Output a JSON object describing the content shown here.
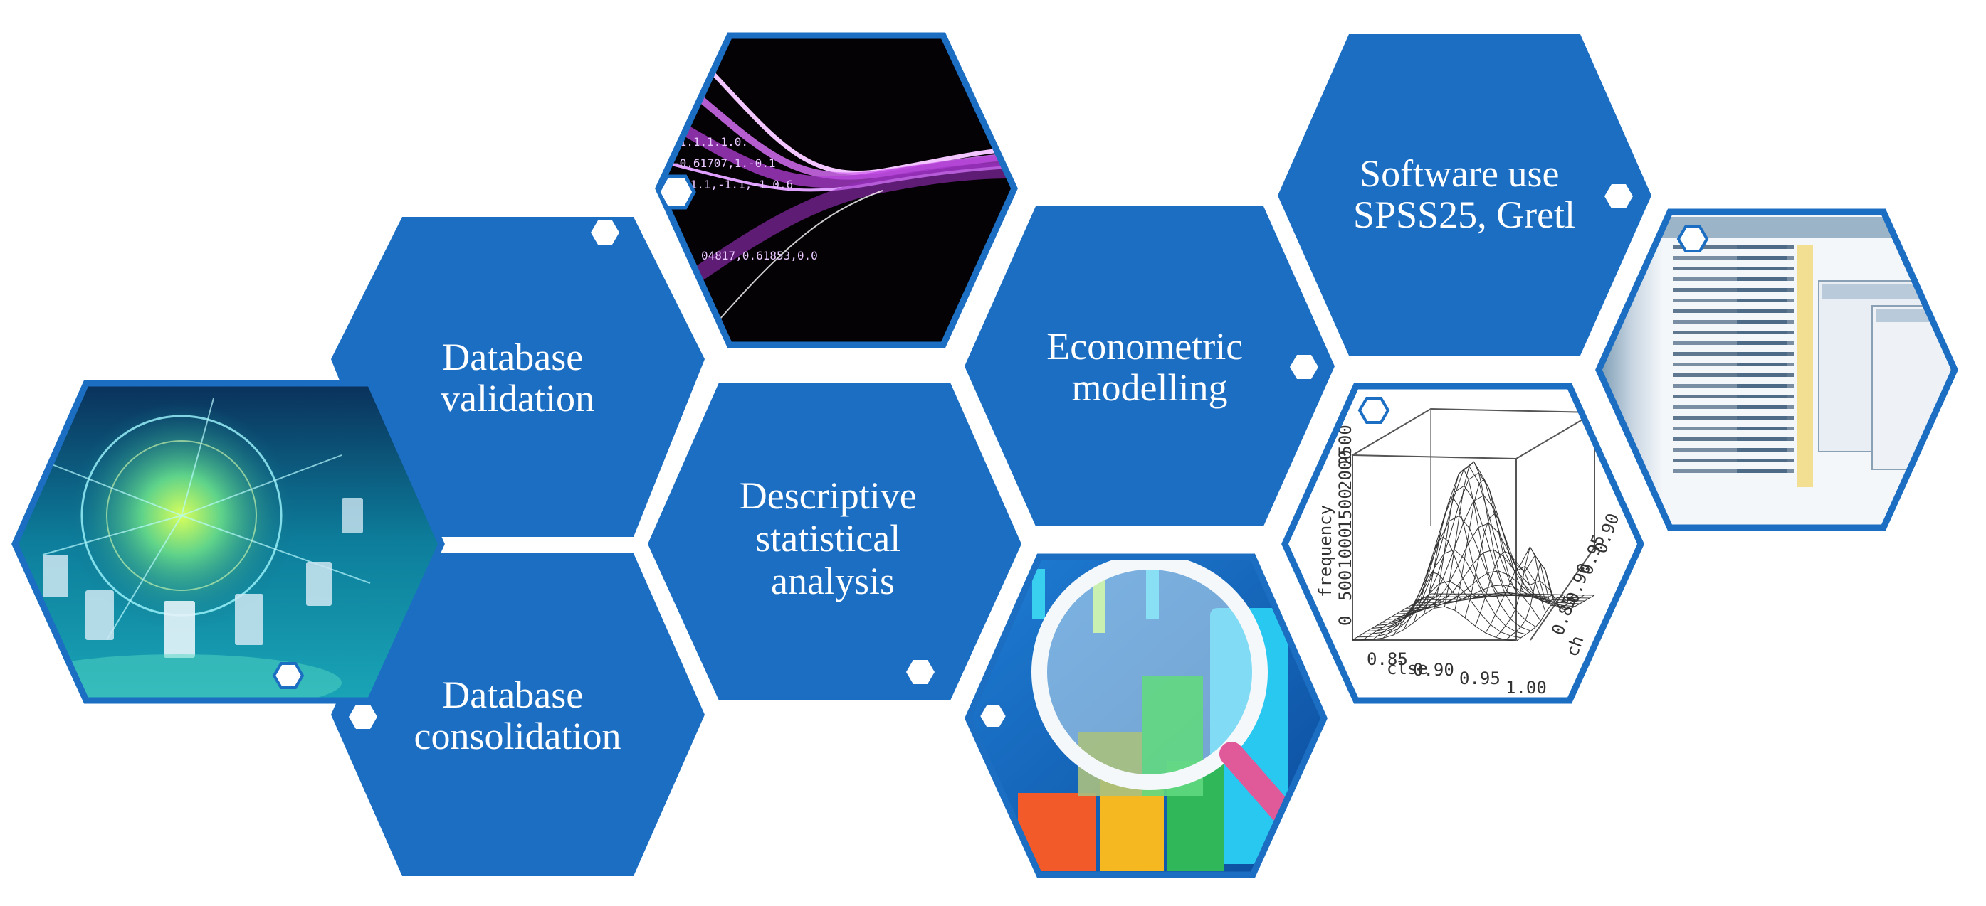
{
  "colors": {
    "hex_fill": "#1B6EC2",
    "hex_border": "#1B6EC2",
    "badge_fill": "#ffffff",
    "background": "#ffffff"
  },
  "nodes": [
    {
      "id": "database-validation",
      "lines": [
        "Database",
        "validation"
      ]
    },
    {
      "id": "database-consolidation",
      "lines": [
        "Database",
        "consolidation"
      ]
    },
    {
      "id": "descriptive-statistical-analysis",
      "lines": [
        "Descriptive",
        "statistical",
        "analysis"
      ]
    },
    {
      "id": "econometric-modelling",
      "lines": [
        "Econometric",
        "modelling"
      ]
    },
    {
      "id": "software-use",
      "lines": [
        "Software use",
        "SPSS25, Gretl"
      ]
    }
  ],
  "images": [
    {
      "id": "network-globe",
      "icon": "globe-network-icon"
    },
    {
      "id": "data-streams",
      "icon": "data-stream-icon"
    },
    {
      "id": "magnifier-chart",
      "icon": "magnifier-bar-chart-icon"
    },
    {
      "id": "surface-plot",
      "icon": "surface-plot-icon",
      "zlabel": "frequency",
      "xlabel": "clse",
      "ylabel": "ch",
      "zticks": [
        "0",
        "500",
        "1000",
        "1500",
        "2000",
        "2500"
      ],
      "xticks": [
        "0.85",
        "0.90",
        "0.95",
        "1.00"
      ],
      "yticks": [
        "0.85",
        "0.90",
        "0.95",
        "0.90"
      ]
    },
    {
      "id": "spss-screenshot",
      "icon": "spreadsheet-window-icon"
    }
  ],
  "data_stream_text": [
    "-1.1.1.1.0.",
    "-0.61707,1.-0.1",
    "-1.1,-1.1,-1.0.6",
    "04817,0.61853,0.0"
  ]
}
